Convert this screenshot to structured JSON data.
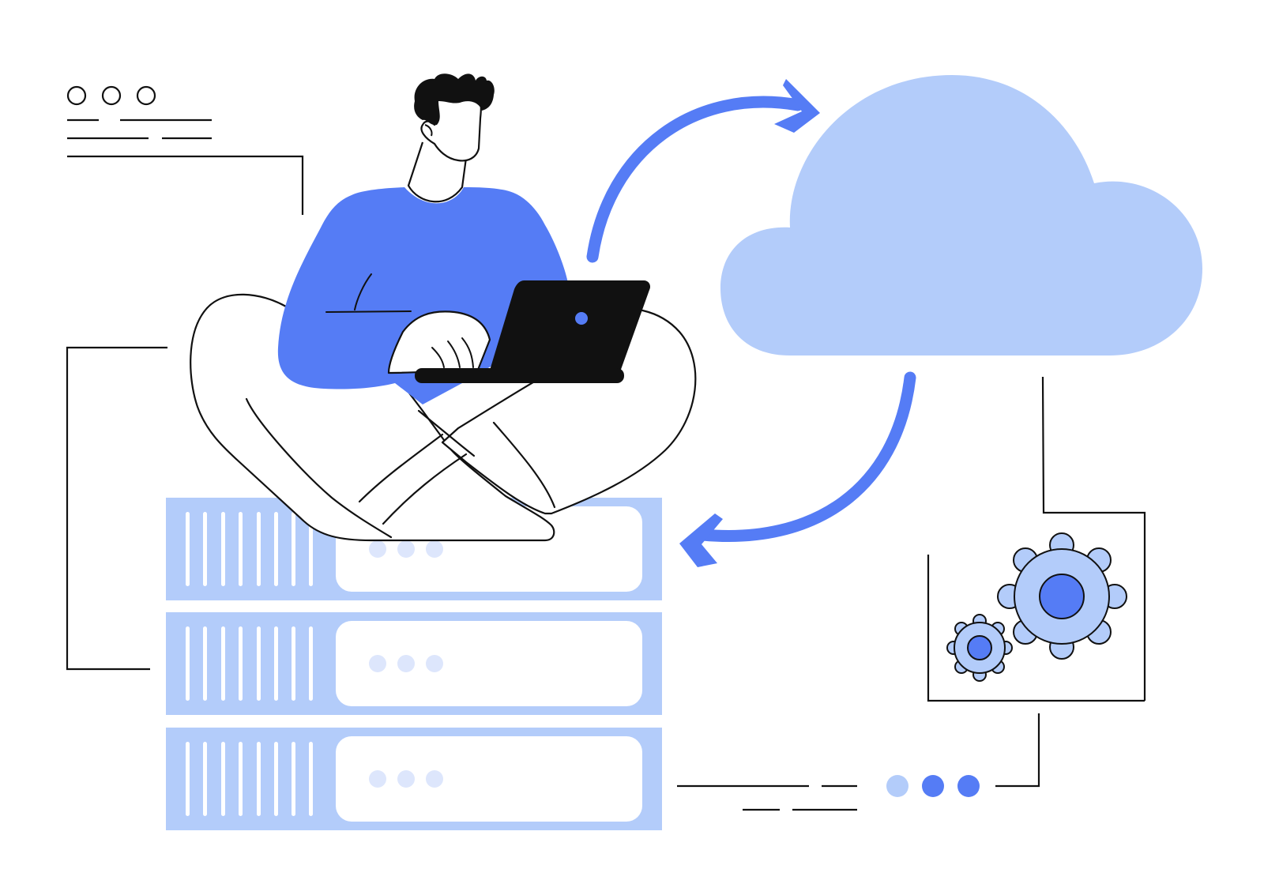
{
  "palette": {
    "background": "#ffffff",
    "primary_blue": "#557CF5",
    "light_blue": "#B3CCFA",
    "pale_dot": "#DDE6FC",
    "ink": "#111111"
  },
  "icons": {
    "window_dots": "three-outline-circles-icon",
    "cloud": "cloud-icon",
    "gears": "gear-icon",
    "sync_arrows": "sync-arrows-icon",
    "laptop": "laptop-icon",
    "server": "server-rack-icon"
  },
  "server_stack": {
    "unit_count": 3,
    "indicator_dots_per_unit": 3
  },
  "status_dots": {
    "count": 3,
    "active_count": 2
  }
}
